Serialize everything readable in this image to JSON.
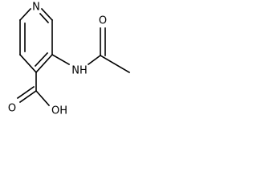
{
  "molecule": {
    "atoms": {
      "ring_nitrogen": "N",
      "amide_nh": "NH",
      "amide_oxygen": "O",
      "acid_carbonyl_oxygen": "O",
      "acid_hydroxyl": "OH"
    }
  }
}
